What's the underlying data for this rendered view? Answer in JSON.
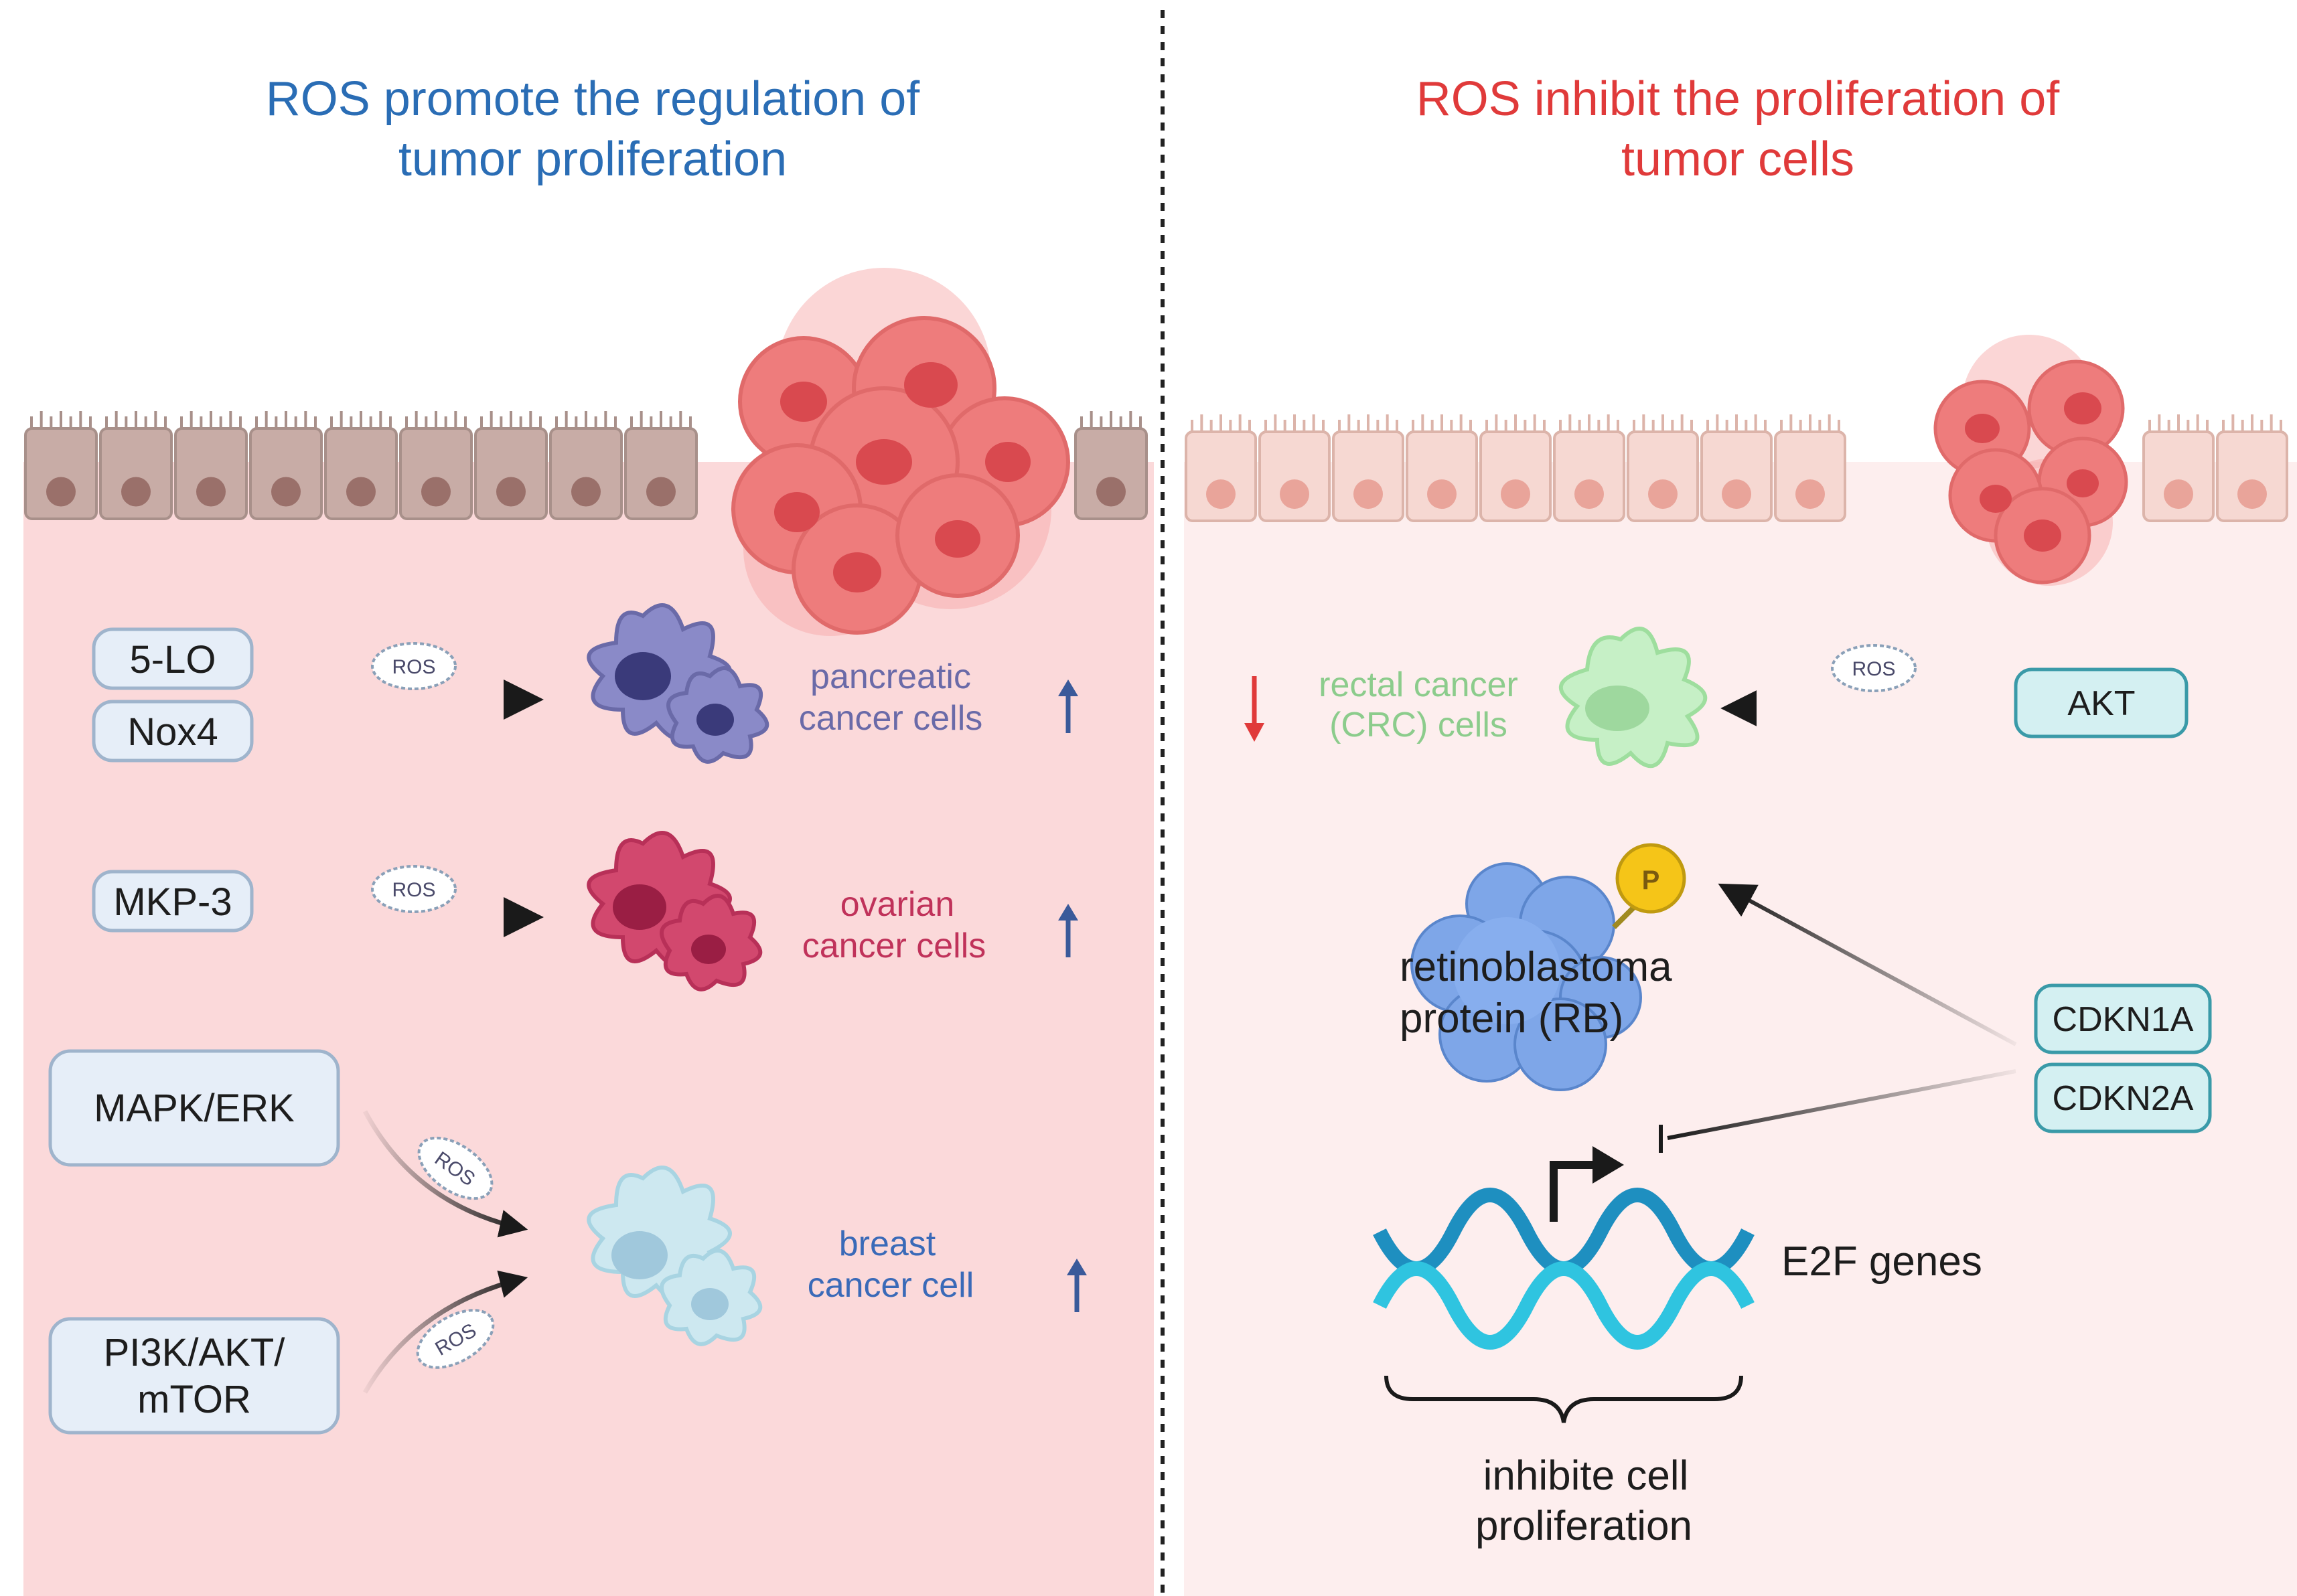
{
  "left_panel": {
    "title_line1": "ROS promote the regulation of",
    "title_line2": "tumor proliferation",
    "title_color": "#2a6db5",
    "boxes": {
      "lo5": "5-LO",
      "nox4": "Nox4",
      "mkp3": "MKP-3",
      "mapk": "MAPK/ERK",
      "pi3k_line1": "PI3K/AKT/",
      "pi3k_line2": "mTOR"
    },
    "ros_label": "ROS",
    "targets": {
      "pancreatic_line1": "pancreatic",
      "pancreatic_line2": "cancer cells",
      "ovarian_line1": "ovarian",
      "ovarian_line2": "cancer cells",
      "breast_line1": "breast",
      "breast_line2": "cancer cell"
    },
    "colors": {
      "pancreatic": "#6a6aa8",
      "ovarian": "#c0325a",
      "breast": "#3a6ab8",
      "up_arrow": "#3a5a9a"
    }
  },
  "right_panel": {
    "title_line1": "ROS inhibit the proliferation of",
    "title_line2": "tumor cells",
    "title_color": "#e03a3a",
    "boxes": {
      "akt": "AKT",
      "cdkn1a": "CDKN1A",
      "cdkn2a": "CDKN2A"
    },
    "ros_label": "ROS",
    "rectal_line1": "rectal cancer",
    "rectal_line2": "(CRC) cells",
    "rectal_color": "#8ccc8c",
    "down_arrow_color": "#e03a3a",
    "phospho_label": "P",
    "rb_line1": "retinoblastoma",
    "rb_line2": "protein (RB)",
    "e2f_label": "E2F genes",
    "outcome_line1": "inhibite cell",
    "outcome_line2": "proliferation"
  }
}
